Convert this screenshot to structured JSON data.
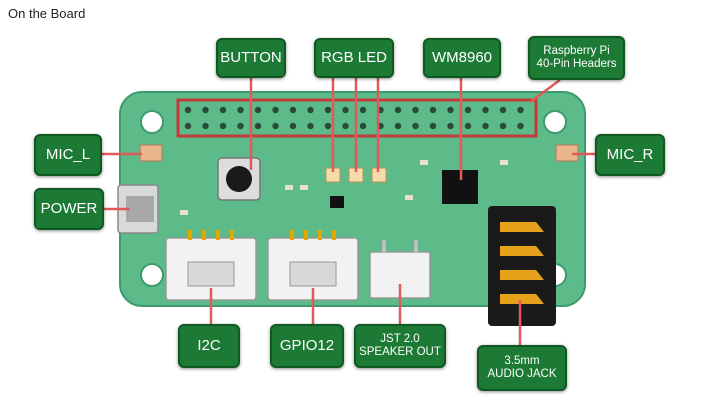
{
  "page_title": "On the Board",
  "callouts": {
    "button": "BUTTON",
    "rgb_led": "RGB LED",
    "wm8960": "WM8960",
    "rpi_headers_line1": "Raspberry Pi",
    "rpi_headers_line2": "40-Pin Headers",
    "mic_l": "MIC_L",
    "mic_r": "MIC_R",
    "power": "POWER",
    "i2c": "I2C",
    "gpio12": "GPIO12",
    "jst_line1": "JST 2.0",
    "jst_line2": "SPEAKER OUT",
    "audio_jack_line1": "3.5mm",
    "audio_jack_line2": "AUDIO JACK"
  },
  "colors": {
    "board": "#5dbb8a",
    "callout": "#1c7a35",
    "leader_line": "#e05a5a"
  }
}
